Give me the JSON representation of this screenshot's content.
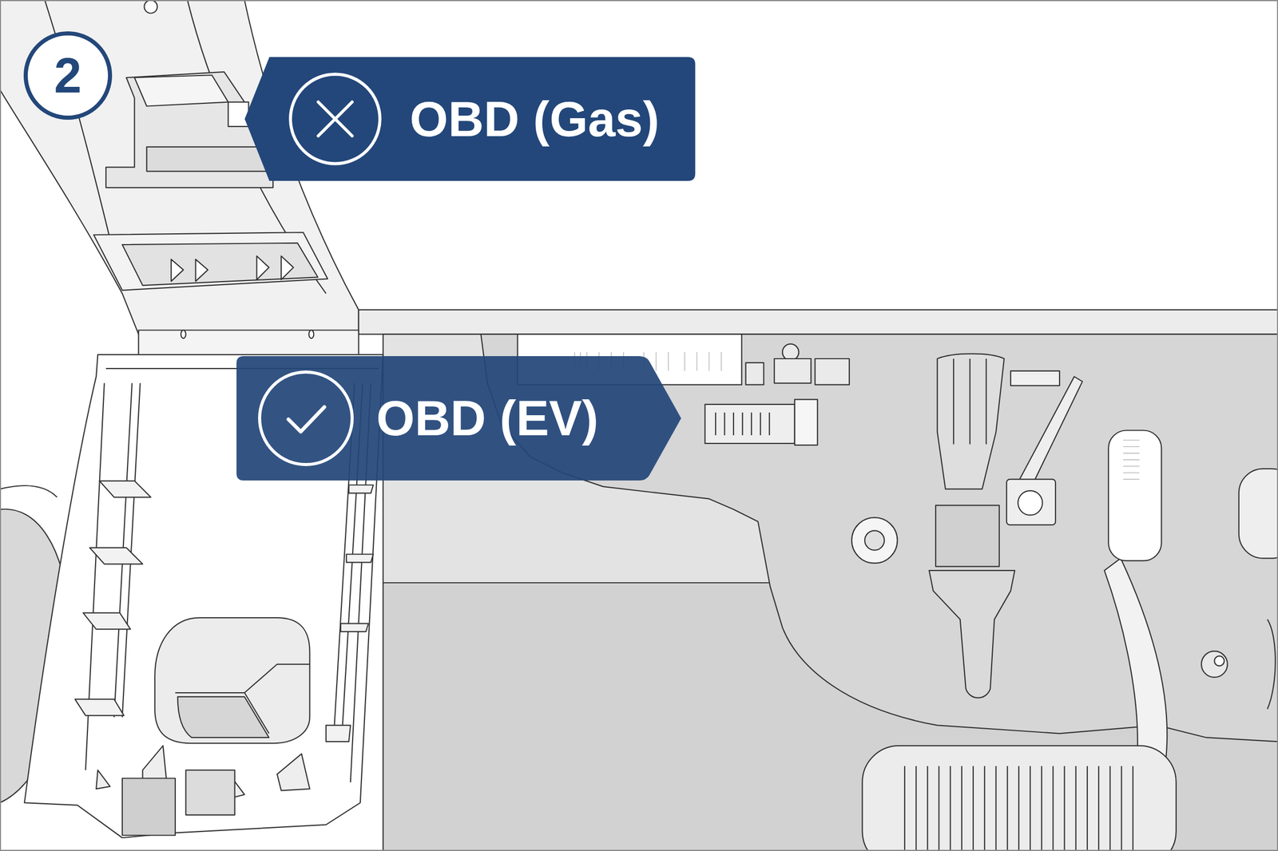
{
  "diagram": {
    "nodes": [
      {
        "text": [
          "2"
        ]
      },
      {
        "text": [
          "OBD (Gas)"
        ]
      },
      {
        "text": [
          "OBD (EV)"
        ]
      }
    ]
  }
}
